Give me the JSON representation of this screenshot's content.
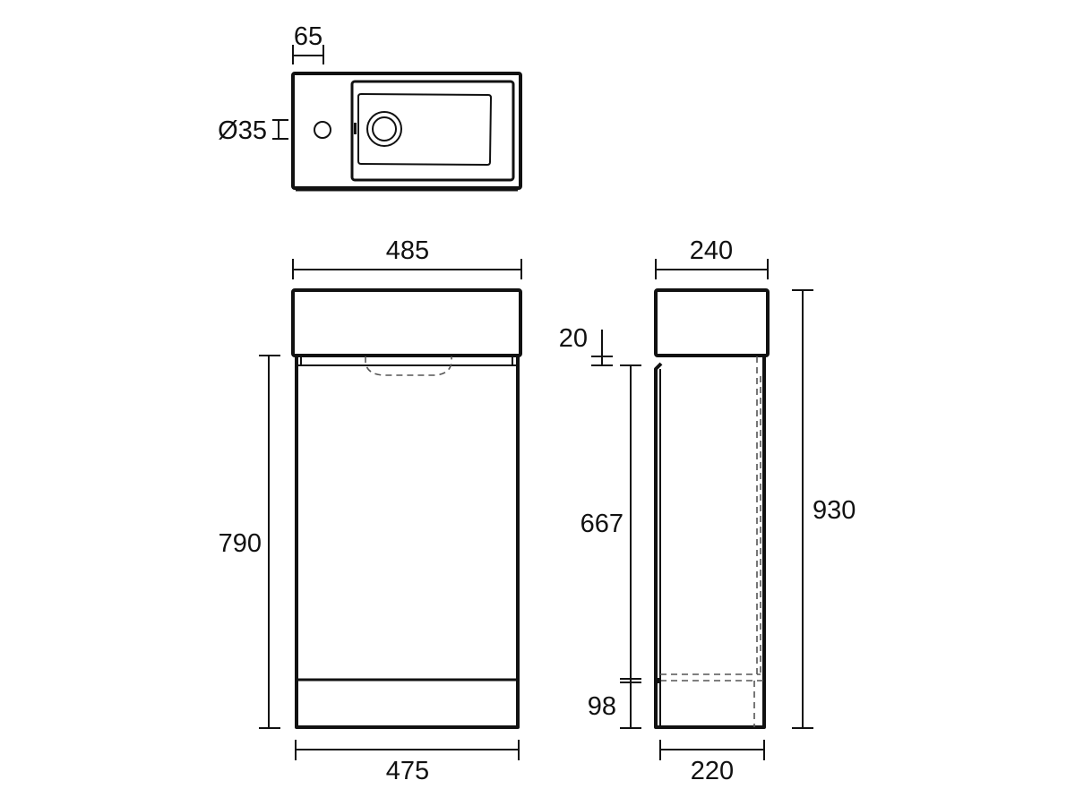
{
  "drawing": {
    "type": "technical-dimension-drawing",
    "units_visible": false,
    "line_color": "#111111",
    "background": "#ffffff"
  },
  "plan_view": {
    "tap_hole_offset": "65",
    "tap_hole_diameter": "Ø35"
  },
  "front_view": {
    "basin_width": "485",
    "cabinet_width": "475",
    "cabinet_height": "790"
  },
  "side_view": {
    "basin_depth": "240",
    "cabinet_depth": "220",
    "gap": "20",
    "door_height": "667",
    "plinth_height": "98",
    "overall_height": "930"
  }
}
